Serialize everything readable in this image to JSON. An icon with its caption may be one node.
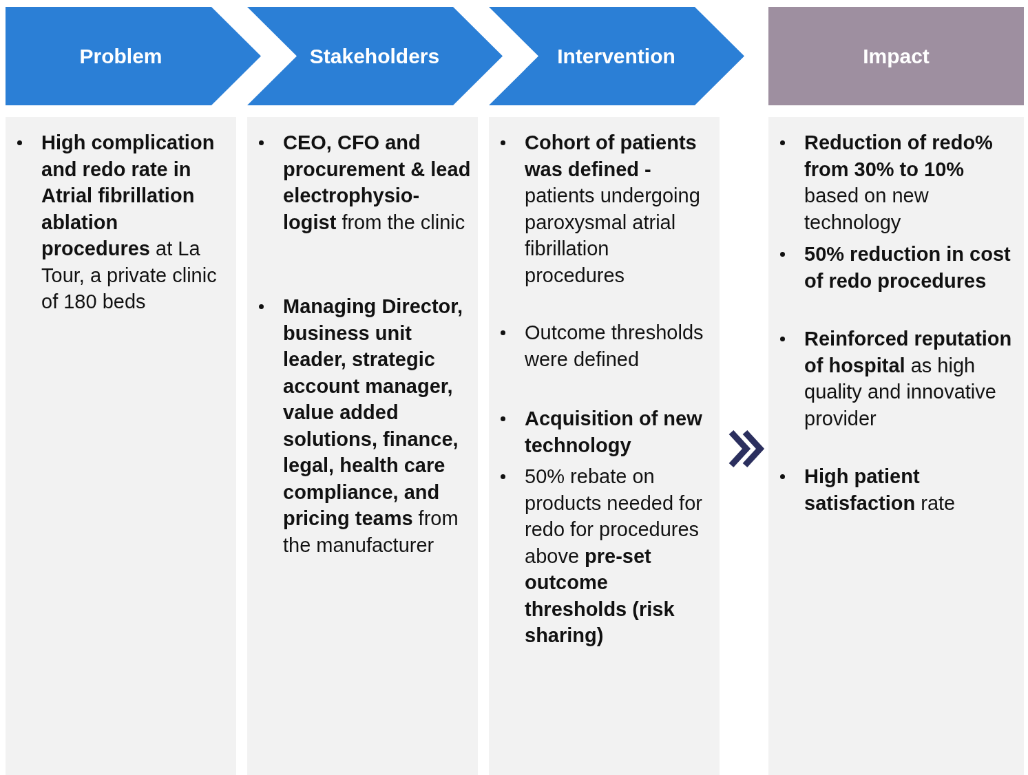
{
  "diagram": {
    "nodes": [
      {
        "text": [
          "Problem"
        ]
      },
      {
        "text": [
          "Stakeholders"
        ]
      },
      {
        "text": [
          "Intervention"
        ]
      },
      {
        "text": [
          "Impact"
        ]
      },
      {
        "text": [
          "**High complication and redo rate in Atrial fibrillation ablation procedures** at La Tour, a private clinic of 180 beds"
        ]
      },
      {
        "text": [
          "**CEO, CFO and procurement & lead electrophysio-logist** from the clinic",
          "**Managing Director, business unit leader, strategic account manager, value added solutions, finance, legal, health care compliance, and pricing teams** from the manufacturer"
        ]
      },
      {
        "text": [
          "**Cohort of patients was defined -** patients undergoing paroxysmal atrial fibrillation procedures",
          "Outcome thresholds were defined",
          "Acquisition of new technology",
          "50% rebate on products needed for redo for procedures above **pre-set outcome thresholds (risk sharing)**"
        ]
      },
      {
        "text": [
          "**Reduction of redo% from 30% to 10%** based on new technology",
          "50% reduction in cost of redo procedures",
          "**Reinforced reputation of hospital** as high quality and innovative provider",
          "**High patient satisfaction** rate"
        ]
      }
    ],
    "edges": [
      {
        "from": 6,
        "to": 7,
        "arrow": "to"
      }
    ]
  }
}
